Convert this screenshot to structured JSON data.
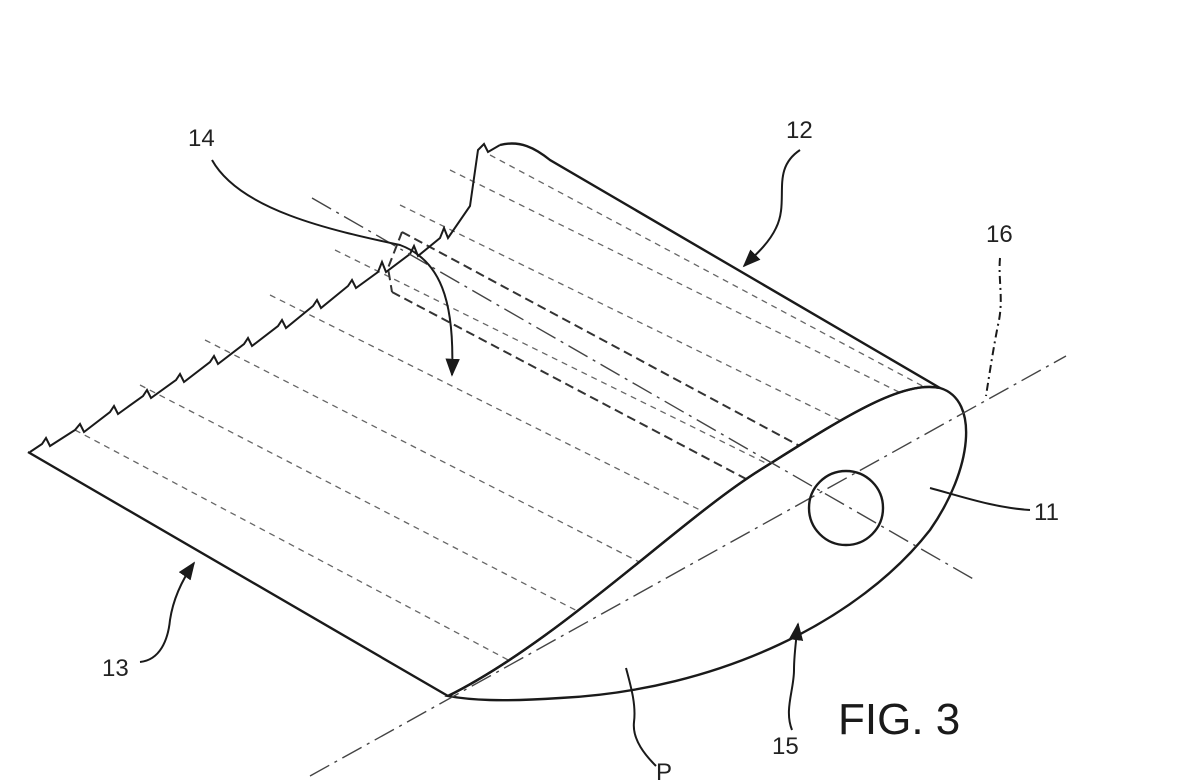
{
  "figure_label": "FIG. 3",
  "references": {
    "r11": "11",
    "r12": "12",
    "r13": "13",
    "r14": "14",
    "r15": "15",
    "r16": "16",
    "rP": "P"
  },
  "colors": {
    "ink": "#1a1a1a",
    "dashed_ink": "#555555",
    "background": "#ffffff"
  }
}
